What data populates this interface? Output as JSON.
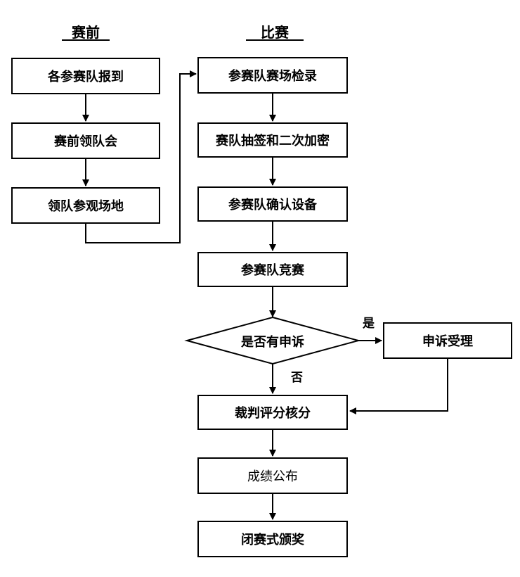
{
  "headings": {
    "pre": "赛前",
    "main": "比赛"
  },
  "pre_steps": [
    "各参赛队报到",
    "赛前领队会",
    "领队参观场地"
  ],
  "main_steps": [
    "参赛队赛场检录",
    "赛队抽签和二次加密",
    "参赛队确认设备",
    "参赛队竞赛"
  ],
  "decision": {
    "text": "是否有申诉",
    "yes_label": "是",
    "no_label": "否",
    "yes_step": "申诉受理"
  },
  "final_steps": [
    "裁判评分核分",
    "成绩公布",
    "闭赛式颁奖"
  ]
}
